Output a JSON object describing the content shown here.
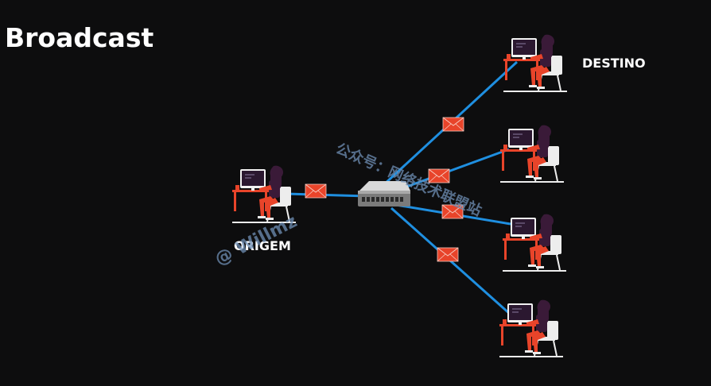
{
  "title": "Broadcast",
  "labels": {
    "origin": "ORIGEM",
    "destination": "DESTINO"
  },
  "watermarks": {
    "chinese": "公众号：网络技术联盟站",
    "handle": "@ Willmz"
  },
  "colors": {
    "background": "#0d0d0e",
    "link": "#1f8fe0",
    "envelope": "#e8442a",
    "person_skin": "#e8442a",
    "person_dark": "#3a1a38",
    "monitor": "#2b1830"
  },
  "icons": {
    "hub": "network-switch-icon",
    "envelope": "envelope-icon",
    "workstation": "person-at-computer-icon"
  }
}
